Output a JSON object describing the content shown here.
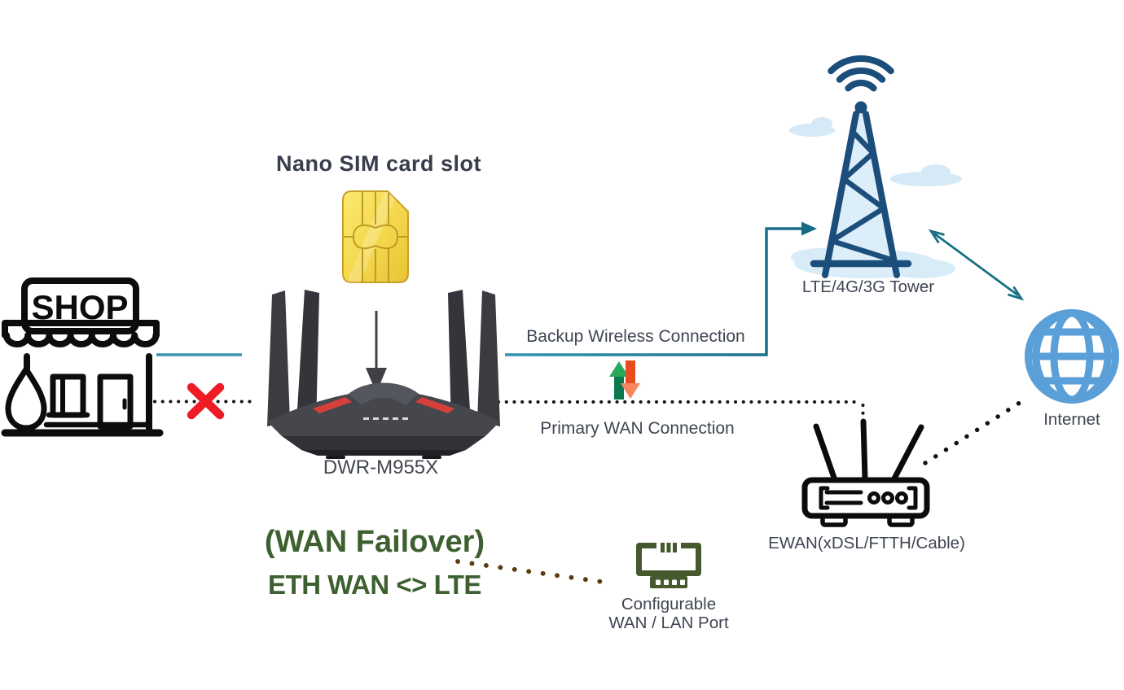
{
  "shop": {
    "sign": "SHOP"
  },
  "sim": {
    "title": "Nano SIM card slot"
  },
  "router": {
    "model": "DWR-M955X"
  },
  "connections": {
    "backup_label": "Backup Wireless Connection",
    "primary_label": "Primary WAN Connection"
  },
  "tower": {
    "label": "LTE/4G/3G Tower"
  },
  "internet": {
    "label": "Internet"
  },
  "modem": {
    "label": "EWAN(xDSL/FTTH/Cable)"
  },
  "failover": {
    "title": "(WAN Failover)",
    "subtitle": "ETH WAN <> LTE"
  },
  "port": {
    "line1": "Configurable",
    "line2": "WAN / LAN Port"
  },
  "colors": {
    "teal_line_light": "#2f93b4",
    "teal_line_dark": "#156a84",
    "shop_link_blue": "#3c92b4",
    "tower_navy": "#1c4e7c",
    "sky_fill": "#d8ecf7",
    "globe_blue": "#5b9fd8",
    "green_text": "#3e6030",
    "green_icon": "#45592c",
    "brown_dots": "#5c3a10",
    "red_x": "#ec1b24",
    "label_text": "#3f4552",
    "sim_gold_light": "#fbe970",
    "sim_gold_dark": "#e7c434",
    "swap_up_green": "#2aa85c",
    "swap_down_orange": "#e84c1e"
  },
  "icons": {
    "shop": "shop-icon",
    "sim": "sim-card-icon",
    "insert": "insert-arrow-icon",
    "router": "router-icon",
    "swap": "swap-arrows-icon",
    "tower": "cell-tower-icon",
    "globe": "internet-globe-icon",
    "modem": "modem-icon",
    "ethernet": "ethernet-port-icon",
    "blocked": "red-x-icon",
    "exchange": "double-arrow-icon"
  }
}
